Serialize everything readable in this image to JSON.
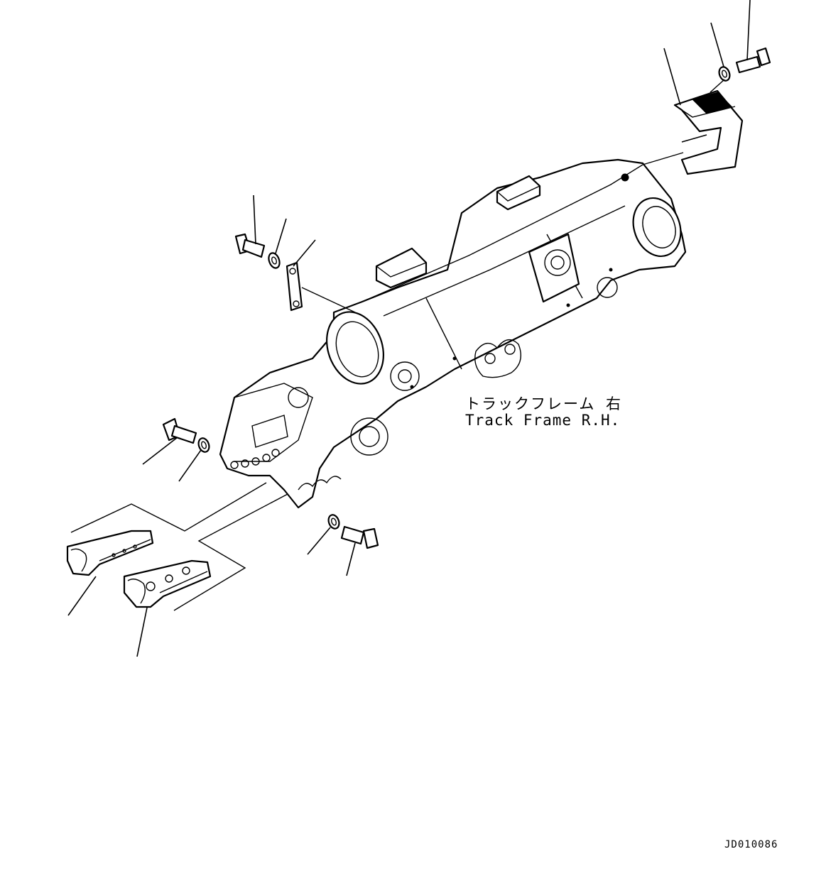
{
  "labels": {
    "frame_jp": "トラックフレーム 右",
    "frame_en": "Track Frame R.H."
  },
  "drawing_id": "JD010086",
  "colors": {
    "line": "#000000",
    "background": "#ffffff"
  }
}
